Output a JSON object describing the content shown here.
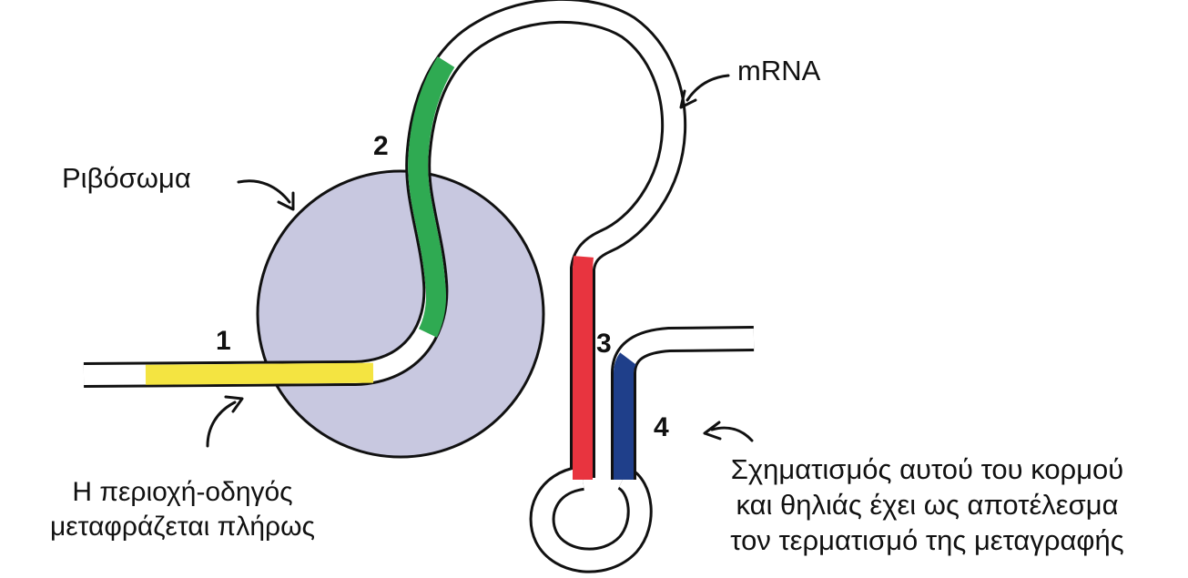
{
  "labels": {
    "mrna": "mRNA",
    "ribosome": "Ριβόσωμα",
    "leader_line1": "Η περιοχή-οδηγός",
    "leader_line2": "μεταφράζεται πλήρως",
    "termination_line1": "Σχηματισμός αυτού του κορμού",
    "termination_line2": "και θηλιάς έχει ως αποτέλεσμα",
    "termination_line3": "τον τερματισμό της μεταγραφής"
  },
  "regions": [
    {
      "number": "1",
      "color": "#f4e441"
    },
    {
      "number": "2",
      "color": "#2faa52"
    },
    {
      "number": "3",
      "color": "#e8343f"
    },
    {
      "number": "4",
      "color": "#1f3f8a"
    }
  ],
  "colors": {
    "ribosome_fill": "#c8c8e0",
    "strand_outline": "#111111",
    "strand_fill": "#ffffff"
  }
}
